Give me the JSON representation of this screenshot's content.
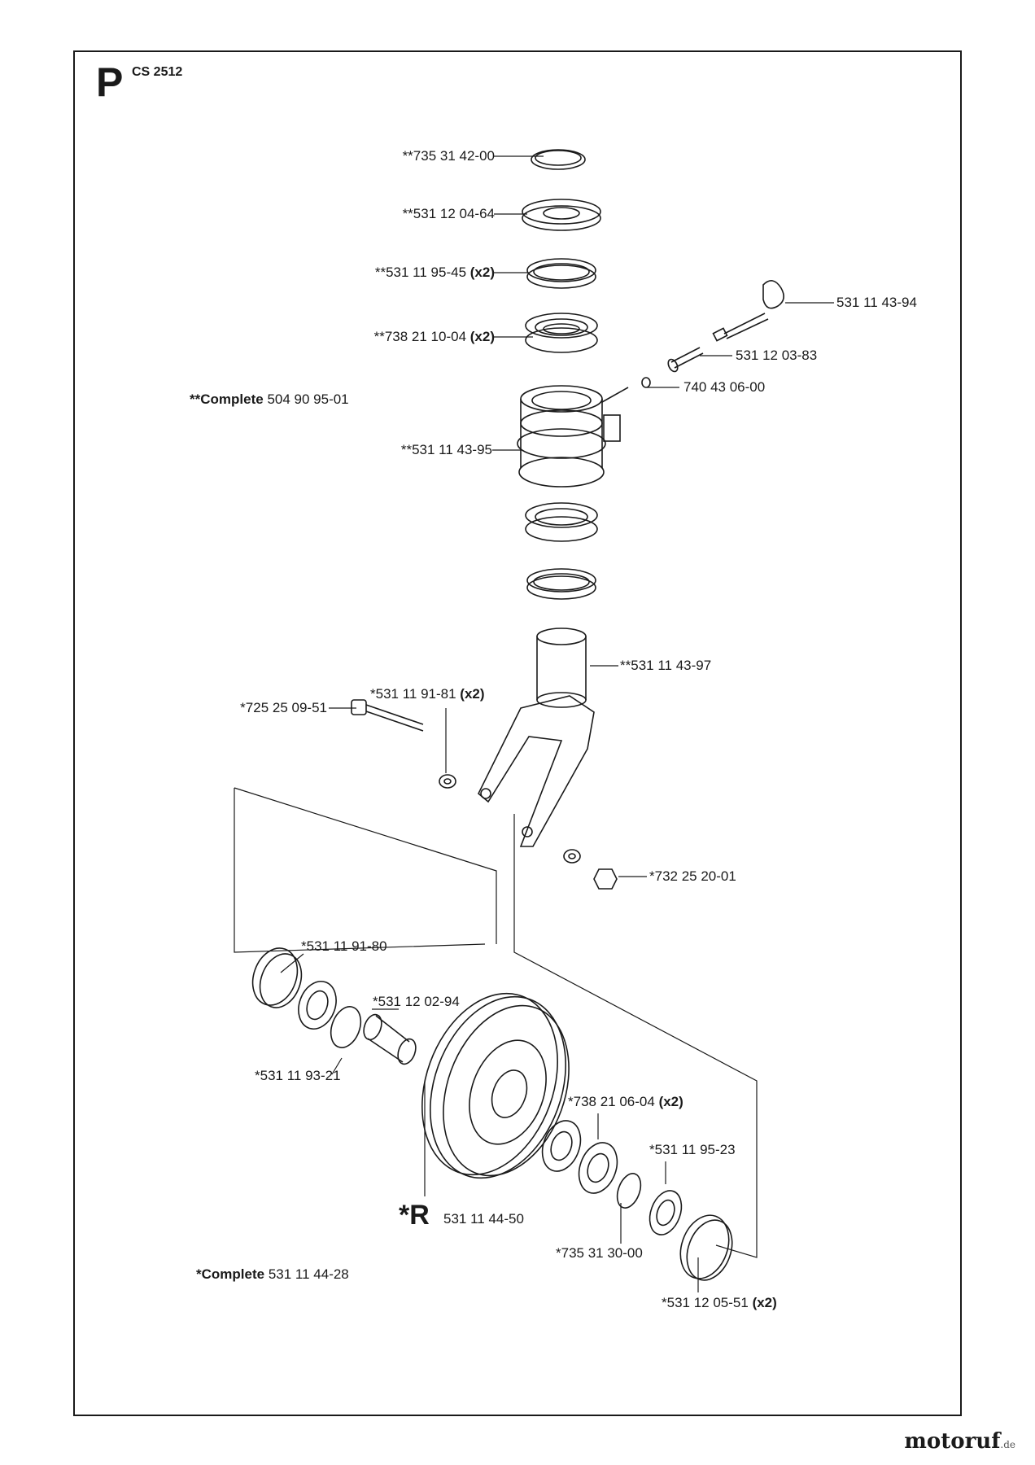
{
  "header": {
    "section_letter": "P",
    "model": "CS 2512"
  },
  "labels": [
    {
      "id": "l1",
      "prefix": "**",
      "part": "735 31 42-00",
      "qty": ""
    },
    {
      "id": "l2",
      "prefix": "**",
      "part": "531 12 04-64",
      "qty": ""
    },
    {
      "id": "l3",
      "prefix": "**",
      "part": "531 11 95-45",
      "qty": "(x2)"
    },
    {
      "id": "l4",
      "prefix": "**",
      "part": "738 21 10-04",
      "qty": "(x2)"
    },
    {
      "id": "l5",
      "prefix": "",
      "part": "531 11 43-94",
      "qty": ""
    },
    {
      "id": "l6",
      "prefix": "",
      "part": "531 12 03-83",
      "qty": ""
    },
    {
      "id": "l7",
      "prefix": "",
      "part": "740 43 06-00",
      "qty": ""
    },
    {
      "id": "l8",
      "prefix": "**",
      "part": "531 11 43-95",
      "qty": ""
    },
    {
      "id": "l9",
      "prefix": "**",
      "part": "531 11 43-97",
      "qty": ""
    },
    {
      "id": "l10",
      "prefix": "*",
      "part": "531 11 91-81",
      "qty": "(x2)"
    },
    {
      "id": "l11",
      "prefix": "*",
      "part": "725 25 09-51",
      "qty": ""
    },
    {
      "id": "l12",
      "prefix": "*",
      "part": "732 25 20-01",
      "qty": ""
    },
    {
      "id": "l13",
      "prefix": "*",
      "part": "531 11 91-80",
      "qty": ""
    },
    {
      "id": "l14",
      "prefix": "*",
      "part": "531 12 02-94",
      "qty": ""
    },
    {
      "id": "l15",
      "prefix": "*",
      "part": "531 11 93-21",
      "qty": ""
    },
    {
      "id": "l16",
      "prefix": "*",
      "part": "738 21 06-04",
      "qty": "(x2)"
    },
    {
      "id": "l17",
      "prefix": "*",
      "part": "531 11 95-23",
      "qty": ""
    },
    {
      "id": "l18",
      "prefix": "*",
      "part": "735 31 30-00",
      "qty": ""
    },
    {
      "id": "l19",
      "prefix": "*",
      "part": "531 12 05-51",
      "qty": "(x2)"
    }
  ],
  "complete_upper": {
    "prefix": "**",
    "word": "Complete",
    "part": "504 90 95-01"
  },
  "complete_lower": {
    "prefix": "*",
    "word": "Complete",
    "part": "531 11 44-28"
  },
  "wheel": {
    "symbol": "*R",
    "part": "531 11 44-50"
  },
  "watermark": {
    "text": "motoruf",
    "suffix": ".de"
  }
}
